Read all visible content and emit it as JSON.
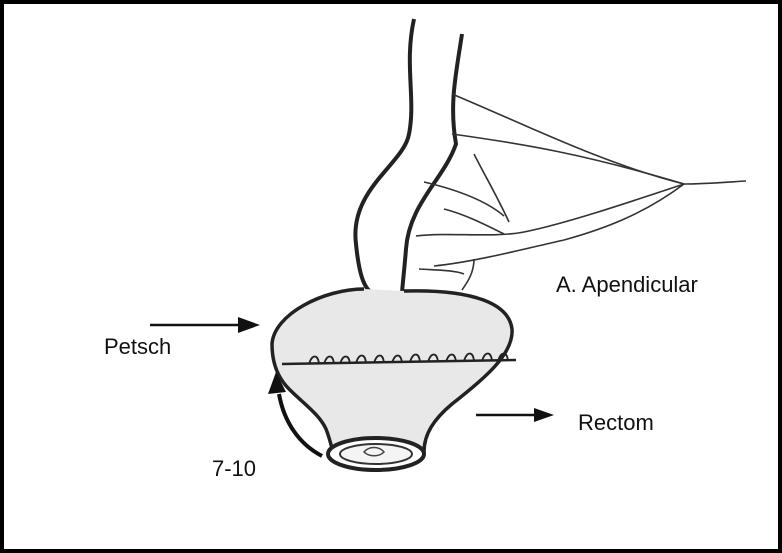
{
  "labels": {
    "appendicular": "A. Apendicular",
    "petsch": "Petsch",
    "rectom": "Rectom",
    "distance": "7-10"
  },
  "colors": {
    "border": "#000000",
    "ink": "#222222",
    "shade": "#e6e6e6"
  }
}
